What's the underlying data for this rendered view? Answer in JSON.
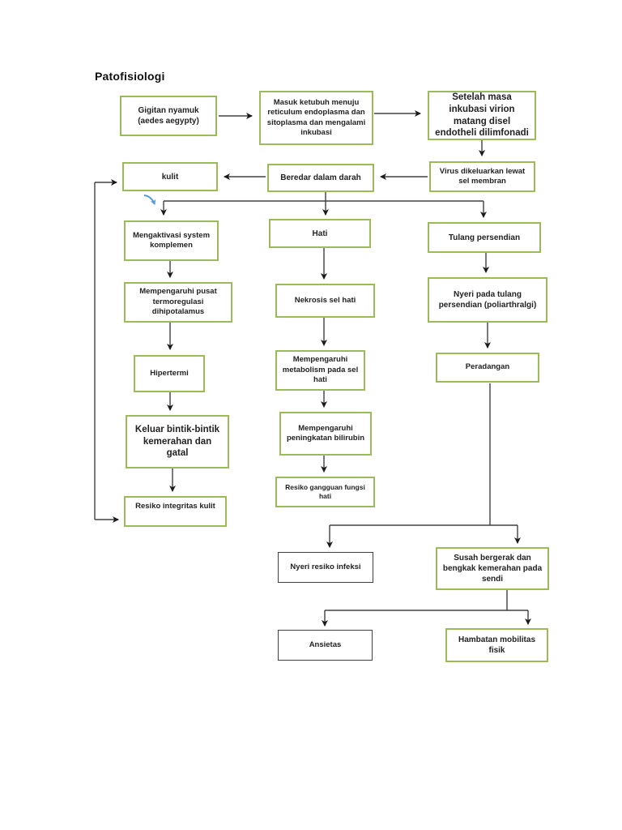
{
  "page": {
    "title": "Patofisiologi"
  },
  "colors": {
    "node_border_green": "#9BBB59",
    "node_border_dark": "#3f3f3f",
    "connector": "#404040",
    "annotation_arrow_blue": "#5B9BD5",
    "text": "#1f1f1f"
  },
  "nodes": {
    "gigitan": {
      "label": "Gigitan nyamuk (aedes aegypty)"
    },
    "masuk": {
      "label": "Masuk ketubuh menuju reticulum endoplasma dan sitoplasma dan mengalami inkubasi"
    },
    "setelah": {
      "label": "Setelah masa inkubasi virion matang disel endotheli dilimfonadi"
    },
    "virus": {
      "label": "Virus dikeluarkan lewat sel membran"
    },
    "beredar": {
      "label": "Beredar dalam darah"
    },
    "kulit": {
      "label": "kulit"
    },
    "mengaktivasi": {
      "label": "Mengaktivasi system komplemen"
    },
    "hati": {
      "label": "Hati"
    },
    "tulang": {
      "label": "Tulang persendian"
    },
    "mempengaruhi_pusat": {
      "label": "Mempengaruhi pusat termoregulasi dihipotalamus"
    },
    "nekrosis": {
      "label": "Nekrosis sel hati"
    },
    "nyeri_tulang": {
      "label": "Nyeri pada tulang persendian (poliarthralgi)"
    },
    "hipertermi": {
      "label": "Hipertermi"
    },
    "metabolism": {
      "label": "Mempengaruhi metabolism pada sel hati"
    },
    "peradangan": {
      "label": "Peradangan"
    },
    "keluar_bintik": {
      "label": "Keluar bintik-bintik kemerahan dan gatal"
    },
    "bilirubin": {
      "label": "Mempengaruhi peningkatan bilirubin"
    },
    "resiko_gangguan": {
      "label": "Resiko gangguan fungsi hati"
    },
    "resiko_integritas": {
      "label": "Resiko integritas kulit"
    },
    "nyeri_infeksi": {
      "label": "Nyeri resiko infeksi"
    },
    "susah_bergerak": {
      "label": "Susah bergerak dan bengkak kemerahan pada sendi"
    },
    "ansietas": {
      "label": "Ansietas"
    },
    "hambatan": {
      "label": "Hambatan mobilitas fisik"
    }
  },
  "edges": [
    {
      "from": "gigitan",
      "to": "masuk"
    },
    {
      "from": "masuk",
      "to": "setelah"
    },
    {
      "from": "setelah",
      "to": "virus"
    },
    {
      "from": "virus",
      "to": "beredar"
    },
    {
      "from": "beredar",
      "to": "kulit"
    },
    {
      "from": "beredar",
      "to": "mengaktivasi"
    },
    {
      "from": "beredar",
      "to": "hati"
    },
    {
      "from": "beredar",
      "to": "tulang"
    },
    {
      "from": "mengaktivasi",
      "to": "mempengaruhi_pusat"
    },
    {
      "from": "mempengaruhi_pusat",
      "to": "hipertermi"
    },
    {
      "from": "hipertermi",
      "to": "keluar_bintik"
    },
    {
      "from": "keluar_bintik",
      "to": "resiko_integritas"
    },
    {
      "from": "resiko_integritas",
      "to": "kulit",
      "style": "left-loop-double-arrowhead"
    },
    {
      "from": "hati",
      "to": "nekrosis"
    },
    {
      "from": "nekrosis",
      "to": "metabolism"
    },
    {
      "from": "metabolism",
      "to": "bilirubin"
    },
    {
      "from": "bilirubin",
      "to": "resiko_gangguan"
    },
    {
      "from": "tulang",
      "to": "nyeri_tulang"
    },
    {
      "from": "nyeri_tulang",
      "to": "peradangan"
    },
    {
      "from": "peradangan",
      "to": "nyeri_infeksi"
    },
    {
      "from": "peradangan",
      "to": "susah_bergerak"
    },
    {
      "from": "susah_bergerak",
      "to": "ansietas"
    },
    {
      "from": "susah_bergerak",
      "to": "hambatan"
    }
  ],
  "annotations": [
    {
      "type": "blue-curved-arrow",
      "near": "kulit"
    },
    {
      "type": "blue-curved-arrow",
      "near": "tulang"
    }
  ]
}
